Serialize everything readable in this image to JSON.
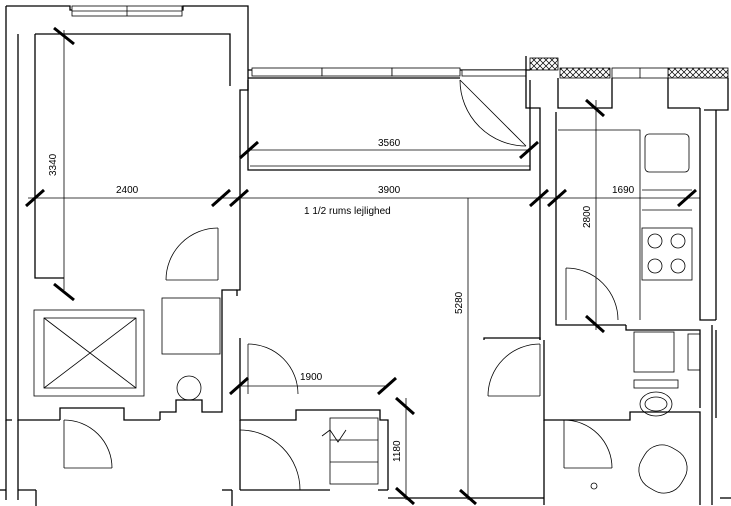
{
  "room_label": "1 1/2 rums lejlighed",
  "dimensions": {
    "d3340": "3340",
    "d2400": "2400",
    "d3560": "3560",
    "d3900": "3900",
    "d1690": "1690",
    "d2800": "2800",
    "d5280": "5280",
    "d1900": "1900",
    "d1180": "1180"
  }
}
